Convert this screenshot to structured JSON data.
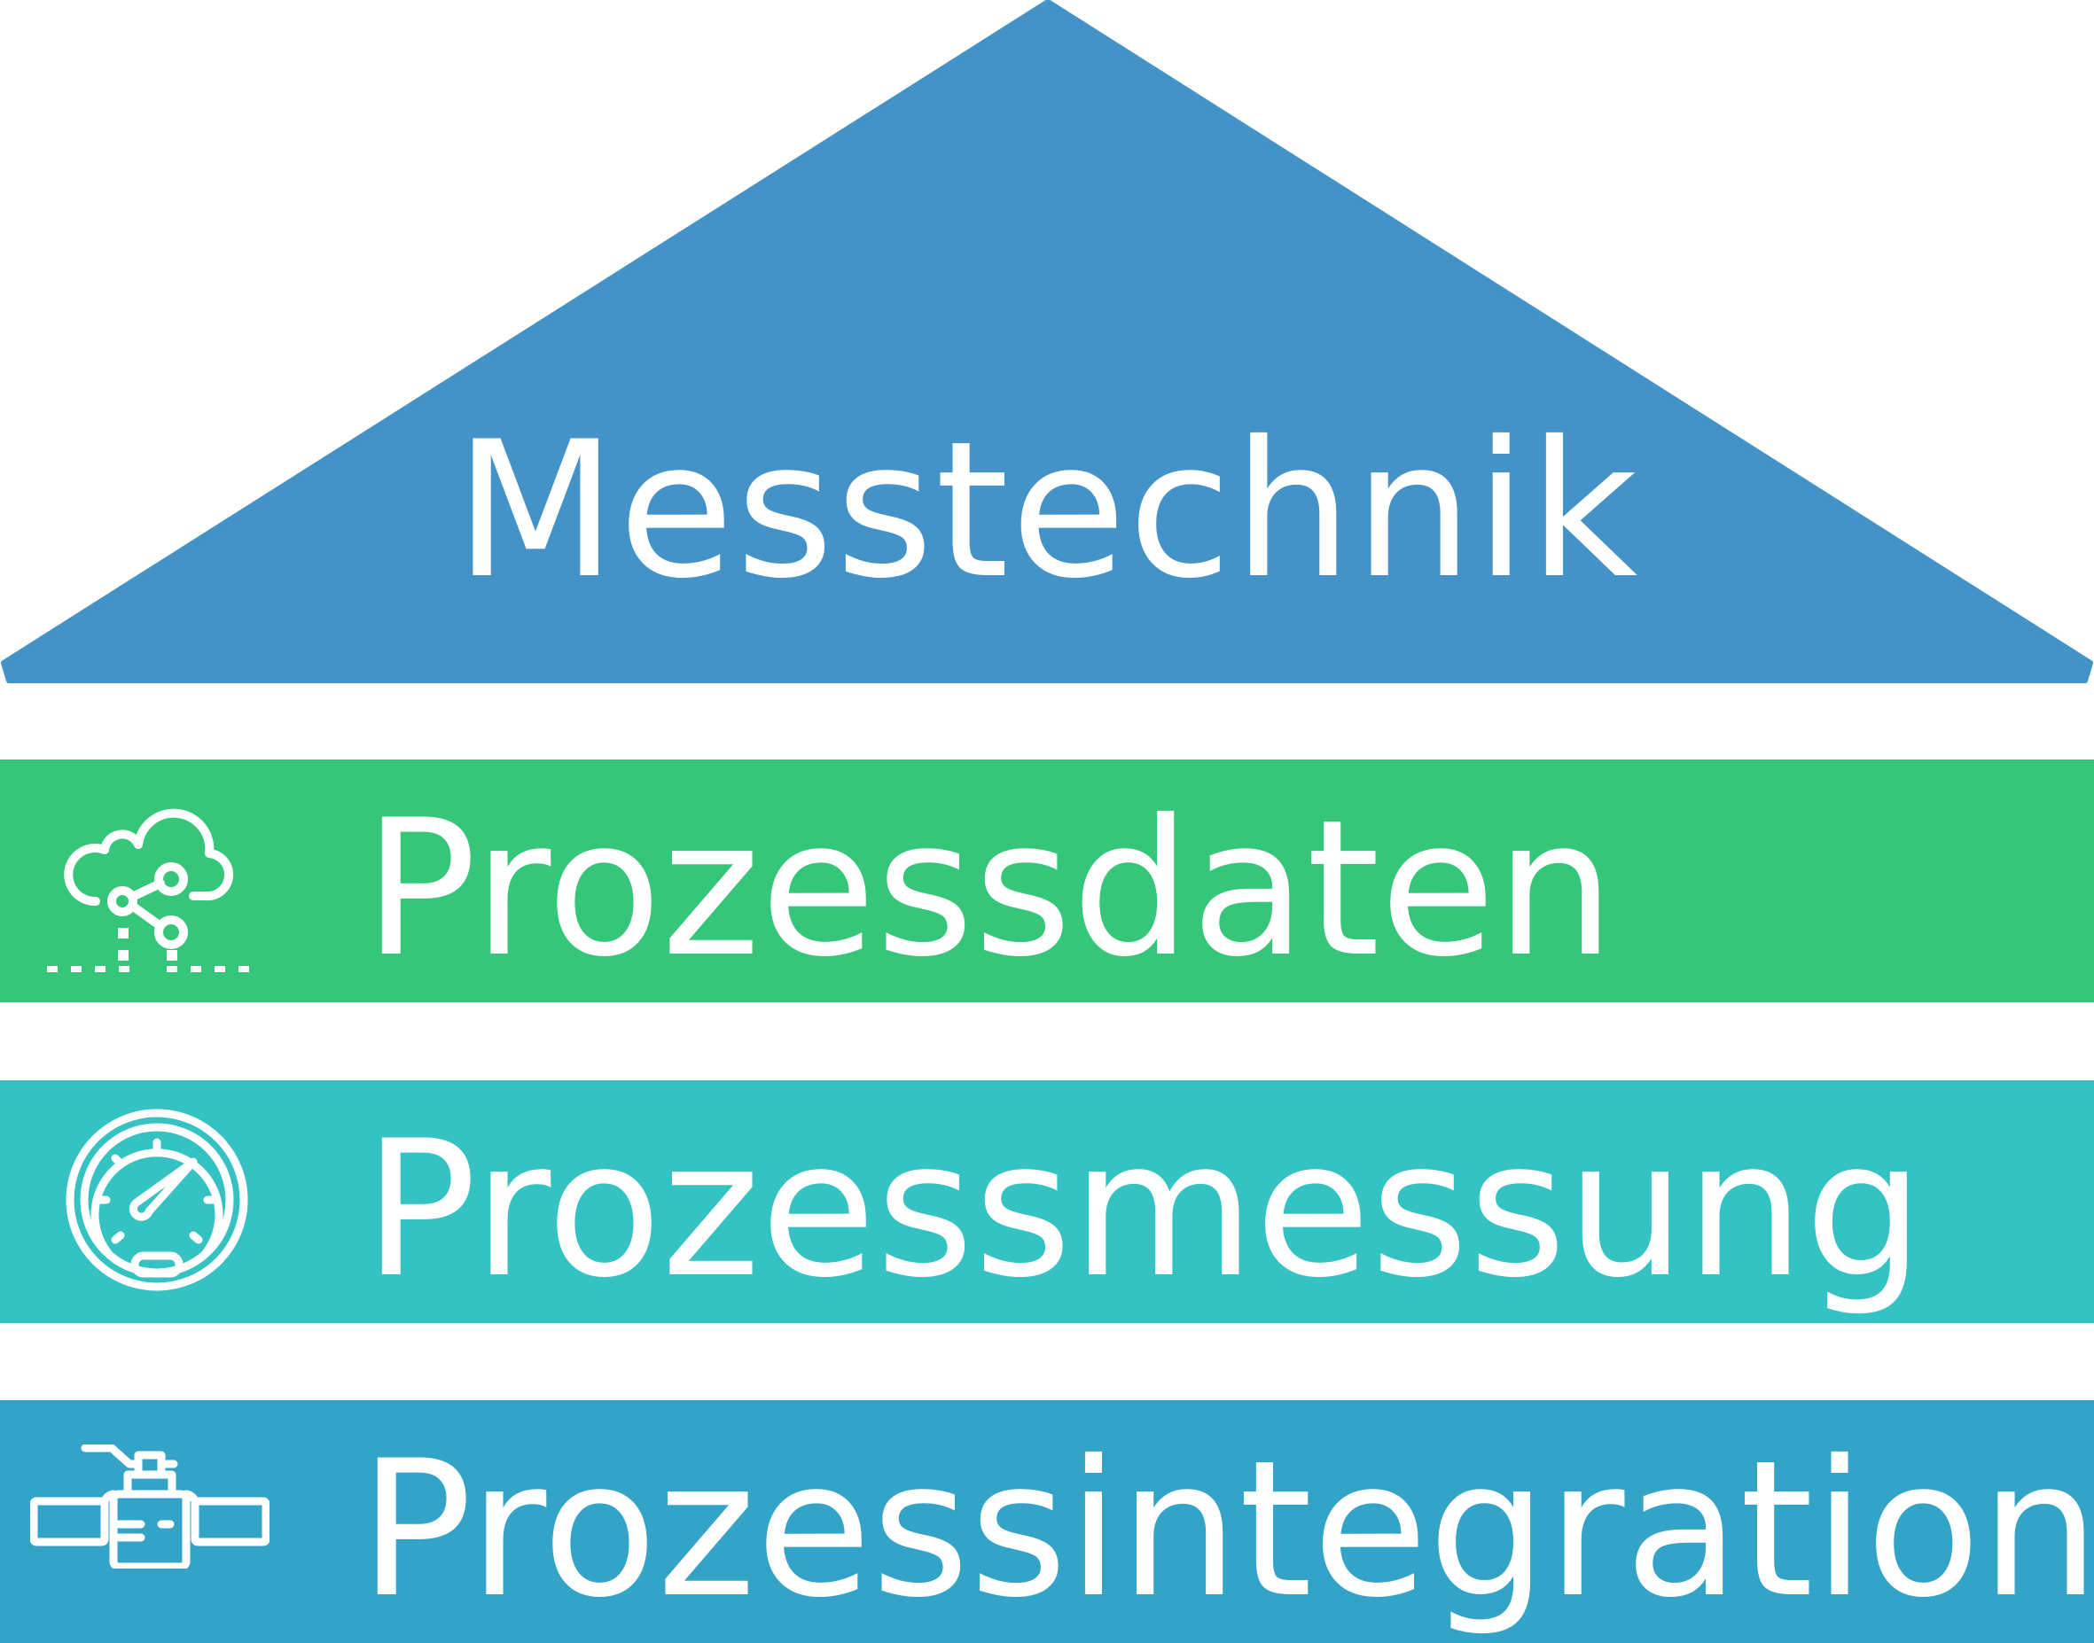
{
  "roof": {
    "label": "Messtechnik",
    "color": "#4392c8"
  },
  "layers": [
    {
      "label": "Prozessdaten",
      "color": "#36c67a",
      "icon": "cloud-data-icon"
    },
    {
      "label": "Prozessmessung",
      "color": "#34c2c3",
      "icon": "gauge-meter-icon"
    },
    {
      "label": "Prozessintegration",
      "color": "#33a4c8",
      "icon": "pipe-sensor-icon"
    }
  ]
}
